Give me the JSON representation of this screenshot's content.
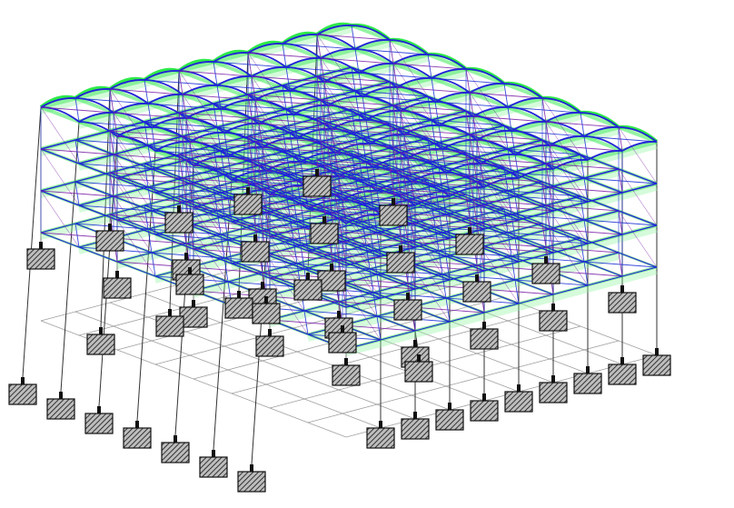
{
  "diagram": {
    "kind": "structural space-frame model, isometric view",
    "grid_columns": 9,
    "grid_rows": 9,
    "levels": 4,
    "support_symbol": "hatched-footing",
    "colors": {
      "background": "#ffffff",
      "top_chord": "#2222d8",
      "diagonal": "#1a2fd6",
      "diagonal_alt": "#7a1fa8",
      "deformation_band": "#2ee84a",
      "deformation_light": "#8af59a",
      "column": "#333333",
      "footing_fill": "#bdbdbd",
      "footing_hatch": "#111111",
      "ground_tie": "#777777"
    }
  }
}
